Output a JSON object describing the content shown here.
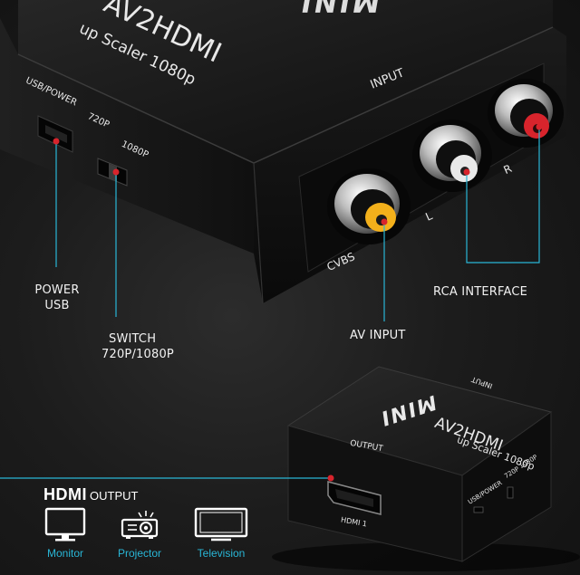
{
  "device_top": {
    "logo": "MINI",
    "brand": "AV2HDMI",
    "subtitle": "up Scaler 1080p",
    "usb_power": "USB/POWER",
    "res_720": "720P",
    "res_1080": "1080P",
    "input": "INPUT",
    "cvbs": "CVBS",
    "left": "L",
    "right": "R"
  },
  "device_bottom": {
    "logo": "MINI",
    "brand": "AV2HDMI",
    "subtitle": "up Scaler 1080p",
    "input": "INPUT",
    "output": "OUTPUT",
    "usb_power": "USB/POWER",
    "res_720": "720P",
    "res_1080": "1080P",
    "hdmi1": "HDMI 1"
  },
  "callouts": {
    "power_line1": "POWER",
    "power_line2": "USB",
    "switch_line1": "SWITCH",
    "switch_line2": "720P/1080P",
    "av_input": "AV INPUT",
    "rca_interface": "RCA INTERFACE"
  },
  "hdmi_output": {
    "title_bold": "HDMI",
    "title_rest": "OUTPUT",
    "devices": [
      {
        "label": "Monitor",
        "icon": "monitor-icon"
      },
      {
        "label": "Projector",
        "icon": "projector-icon"
      },
      {
        "label": "Television",
        "icon": "television-icon"
      }
    ]
  },
  "colors": {
    "accent_line": "#29b6d6",
    "marker_red": "#d8242c",
    "rca_yellow": "#f3b01b",
    "rca_white": "#e9e9e9",
    "rca_red": "#d8242c"
  }
}
